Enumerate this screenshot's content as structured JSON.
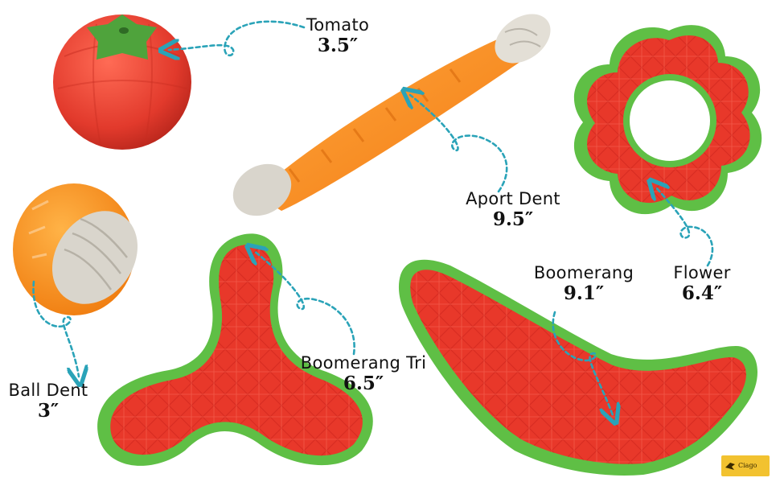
{
  "products": [
    {
      "name": "Tomato",
      "size": "3.5″"
    },
    {
      "name": "Aport Dent",
      "size": "9.5″"
    },
    {
      "name": "Flower",
      "size": "6.4″"
    },
    {
      "name": "Ball Dent",
      "size": "3″"
    },
    {
      "name": "Boomerang Tri",
      "size": "6.5″"
    },
    {
      "name": "Boomerang",
      "size": "9.1″"
    }
  ],
  "brand": {
    "logo_text": "Ciago"
  },
  "colors": {
    "rubber_red": "#e8382a",
    "rim_green": "#5fbf45",
    "orange": "#f7941d",
    "bone_grey": "#d9d5cc",
    "arrow_teal": "#2aa3b8"
  }
}
